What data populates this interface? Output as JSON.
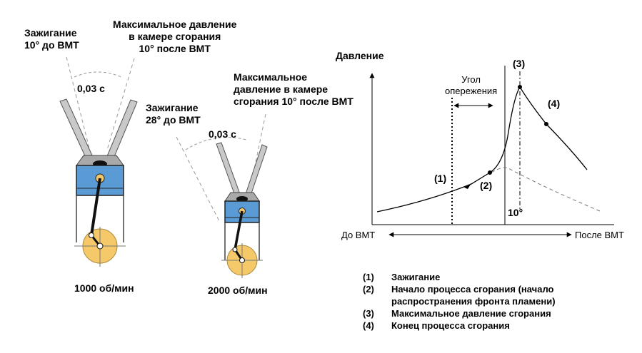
{
  "left_engine": {
    "ignition": [
      "Зажигание",
      "10° до ВМТ"
    ],
    "max_pressure": [
      "Максимальное давление",
      "в камере сгорания",
      "10° после ВМТ"
    ],
    "time": "0,03 с",
    "rpm": "1000 об/мин"
  },
  "right_engine": {
    "ignition": [
      "Зажигание",
      "28° до ВМТ"
    ],
    "max_pressure": [
      "Максимальное",
      "давление в камере",
      "сгорания 10° после ВМТ"
    ],
    "time": "0,03 с",
    "rpm": "2000 об/мин"
  },
  "graph": {
    "y_label": "Давление",
    "advance_angle": [
      "Угол",
      "опережения"
    ],
    "angle_10": "10°",
    "left_axis_label": "До ВМТ",
    "right_axis_label": "После ВМТ",
    "markers": [
      "(1)",
      "(2)",
      "(3)",
      "(4)"
    ]
  },
  "legend": [
    {
      "num": "(1)",
      "text": [
        "Зажигание"
      ]
    },
    {
      "num": "(2)",
      "text": [
        "Начало процесса сгорания (начало",
        "распространения фронта пламени)"
      ]
    },
    {
      "num": "(3)",
      "text": [
        "Максимальное давление сгорания"
      ]
    },
    {
      "num": "(4)",
      "text": [
        "Конец процесса сгорания"
      ]
    }
  ],
  "colors": {
    "cylinder": "#5b9bd5",
    "crank": "#f5c96a",
    "line": "#000000",
    "dashed": "#999999"
  }
}
